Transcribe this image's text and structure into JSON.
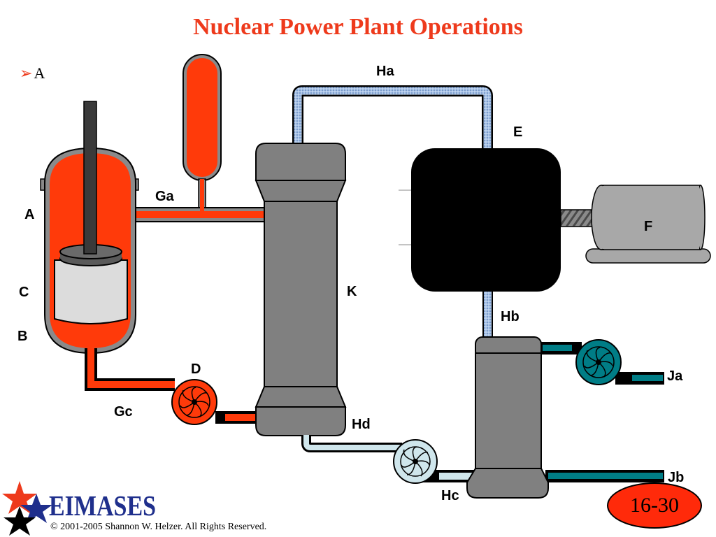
{
  "slide": {
    "title": "Nuclear Power Plant Operations",
    "bullet": "A",
    "copyright": "© 2001-2005 Shannon W. Helzer.  All Rights Reserved.",
    "logo": "EIMASES",
    "page_number": "16-30"
  },
  "labels": {
    "Ha": "Ha",
    "E": "E",
    "Ga": "Ga",
    "A": "A",
    "F": "F",
    "C": "C",
    "K": "K",
    "Hb": "Hb",
    "B": "B",
    "D": "D",
    "Ja": "Ja",
    "Gc": "Gc",
    "Hd": "Hd",
    "Jb": "Jb",
    "Hc": "Hc"
  },
  "colors": {
    "primary_loop": "#ff3a0a",
    "steam": "#a9c4e8",
    "feedwater": "#cfe6ec",
    "cooling": "#007d86",
    "gray": "#8a8a8a",
    "accent": "#ee3a1c"
  }
}
